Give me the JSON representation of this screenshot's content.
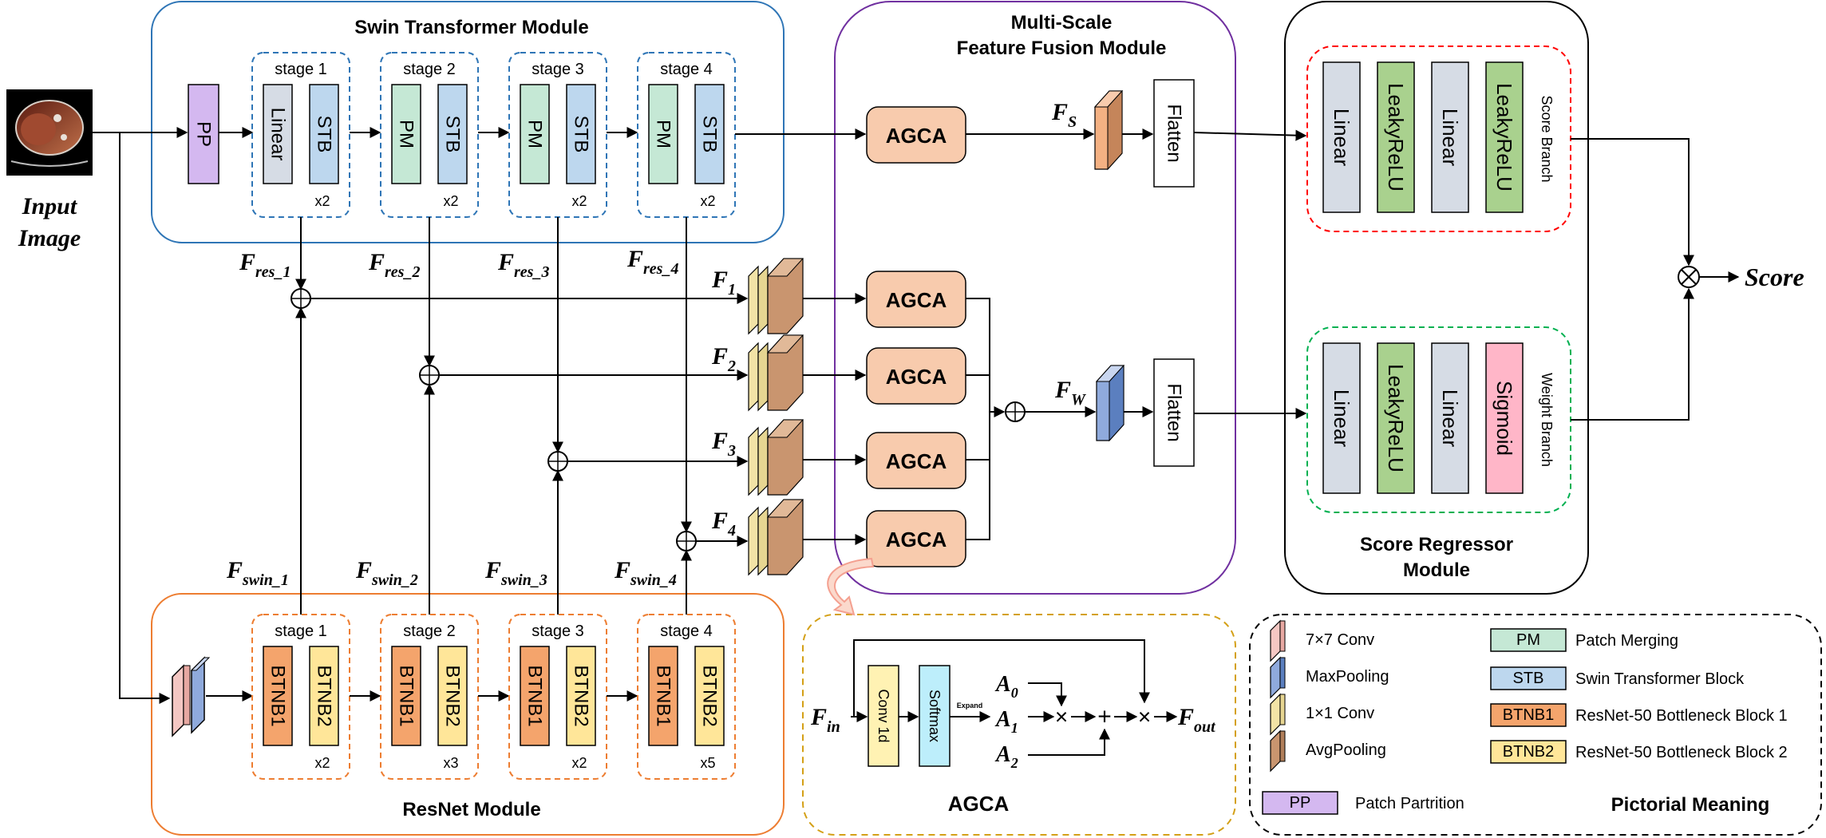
{
  "modules": {
    "swin": "Swin Transformer Module",
    "resnet": "ResNet Module",
    "fusion_line1": "Multi-Scale",
    "fusion_line2": "Feature Fusion Module",
    "regressor_line1": "Score Regressor",
    "regressor_line2": "Module",
    "agca": "AGCA",
    "legend_title": "Pictorial Meaning"
  },
  "input": {
    "line1": "Input",
    "line2": "Image"
  },
  "stages": [
    "stage 1",
    "stage 2",
    "stage 3",
    "stage 4"
  ],
  "swin_reps": [
    "x2",
    "x2",
    "x2",
    "x2"
  ],
  "resnet_reps": [
    "x2",
    "x3",
    "x2",
    "x5"
  ],
  "blocks": {
    "pp": "PP",
    "linear": "Linear",
    "stb": "STB",
    "pm": "PM",
    "btnb1": "BTNB1",
    "btnb2": "BTNB2",
    "agca": "AGCA",
    "flatten": "Flatten",
    "leakyrelu": "LeakyReLU",
    "sigmoid": "Sigmoid",
    "conv1d": "Conv 1d",
    "softmax": "Softmax",
    "expand": "Expand"
  },
  "branches": {
    "score": "Score Branch",
    "weight": "Weight  Branch"
  },
  "output": "Score",
  "features": {
    "fs": {
      "main": "F",
      "sub": "S"
    },
    "fw": {
      "main": "F",
      "sub": "W"
    },
    "f1": {
      "main": "F",
      "sub": "1"
    },
    "f2": {
      "main": "F",
      "sub": "2"
    },
    "f3": {
      "main": "F",
      "sub": "3"
    },
    "f4": {
      "main": "F",
      "sub": "4"
    },
    "res1": {
      "main": "F",
      "sub": "res_1"
    },
    "res2": {
      "main": "F",
      "sub": "res_2"
    },
    "res3": {
      "main": "F",
      "sub": "res_3"
    },
    "res4": {
      "main": "F",
      "sub": "res_4"
    },
    "swin1": {
      "main": "F",
      "sub": "swin_1"
    },
    "swin2": {
      "main": "F",
      "sub": "swin_2"
    },
    "swin3": {
      "main": "F",
      "sub": "swin_3"
    },
    "swin4": {
      "main": "F",
      "sub": "swin_4"
    },
    "fin": {
      "main": "F",
      "sub": "in"
    },
    "fout": {
      "main": "F",
      "sub": "out"
    },
    "a0": {
      "main": "A",
      "sub": "0"
    },
    "a1": {
      "main": "A",
      "sub": "1"
    },
    "a2": {
      "main": "A",
      "sub": "2"
    }
  },
  "symbols": {
    "times": "×",
    "plus": "+"
  },
  "legend": {
    "conv7": "7×7 Conv",
    "maxpool": "MaxPooling",
    "conv1": "1×1 Conv",
    "avgpool": "AvgPooling",
    "pp": "Patch Partrition",
    "pm": "Patch Merging",
    "stb": "Swin Transformer Block",
    "btnb1": "ResNet-50 Bottleneck Block 1",
    "btnb2": "ResNet-50 Bottleneck Block 2"
  },
  "colors": {
    "swin_border": "#2e75b6",
    "resnet_border": "#ed7d31",
    "fusion_border": "#7030a0",
    "agca_border": "#d4a017",
    "score_branch": "#ff0000",
    "weight_branch": "#00b050",
    "linear": "#d6dce5",
    "stb": "#bdd7ee",
    "pm": "#c5e8d5",
    "pp": "#d4b8f0",
    "btnb1": "#f4a46c",
    "btnb2": "#ffe699",
    "agca": "#f8cbad",
    "leakyrelu": "#a9d18e",
    "sigmoid": "#ffb6c8",
    "conv1d": "#fff2b3",
    "softmax": "#bdeefb"
  }
}
